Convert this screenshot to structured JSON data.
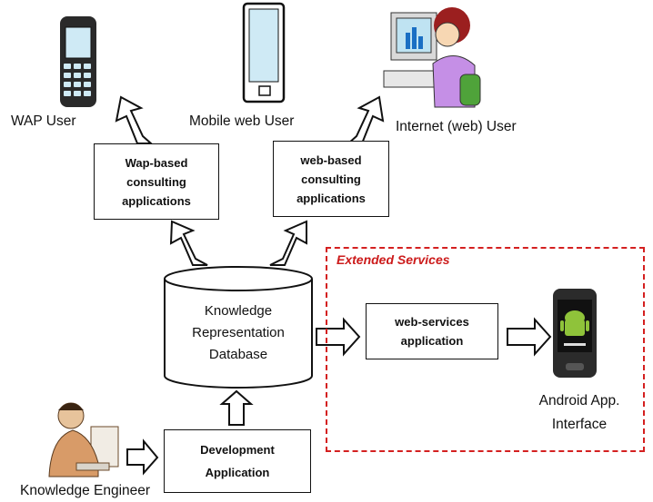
{
  "users": {
    "wap_user": "WAP User",
    "mobile_web_user": "Mobile web User",
    "internet_user": "Internet (web) User"
  },
  "boxes": {
    "wap_app": "Wap-based\nconsulting\napplications",
    "web_app": "web-based\nconsulting\napplications",
    "web_services": "web-services\napplication",
    "development": "Development\nApplication"
  },
  "database": {
    "label": "Knowledge\nRepresentation\nDatabase"
  },
  "extended_services": {
    "title": "Extended Services",
    "border_color": "#d42020"
  },
  "android": {
    "label_line1": "Android App.",
    "label_line2": "Interface"
  },
  "knowledge_engineer": {
    "label": "Knowledge Engineer"
  },
  "colors": {
    "phone_screen": "#cfeaf5",
    "android_green": "#8fc33a",
    "accent_red": "#cc1b1b"
  }
}
